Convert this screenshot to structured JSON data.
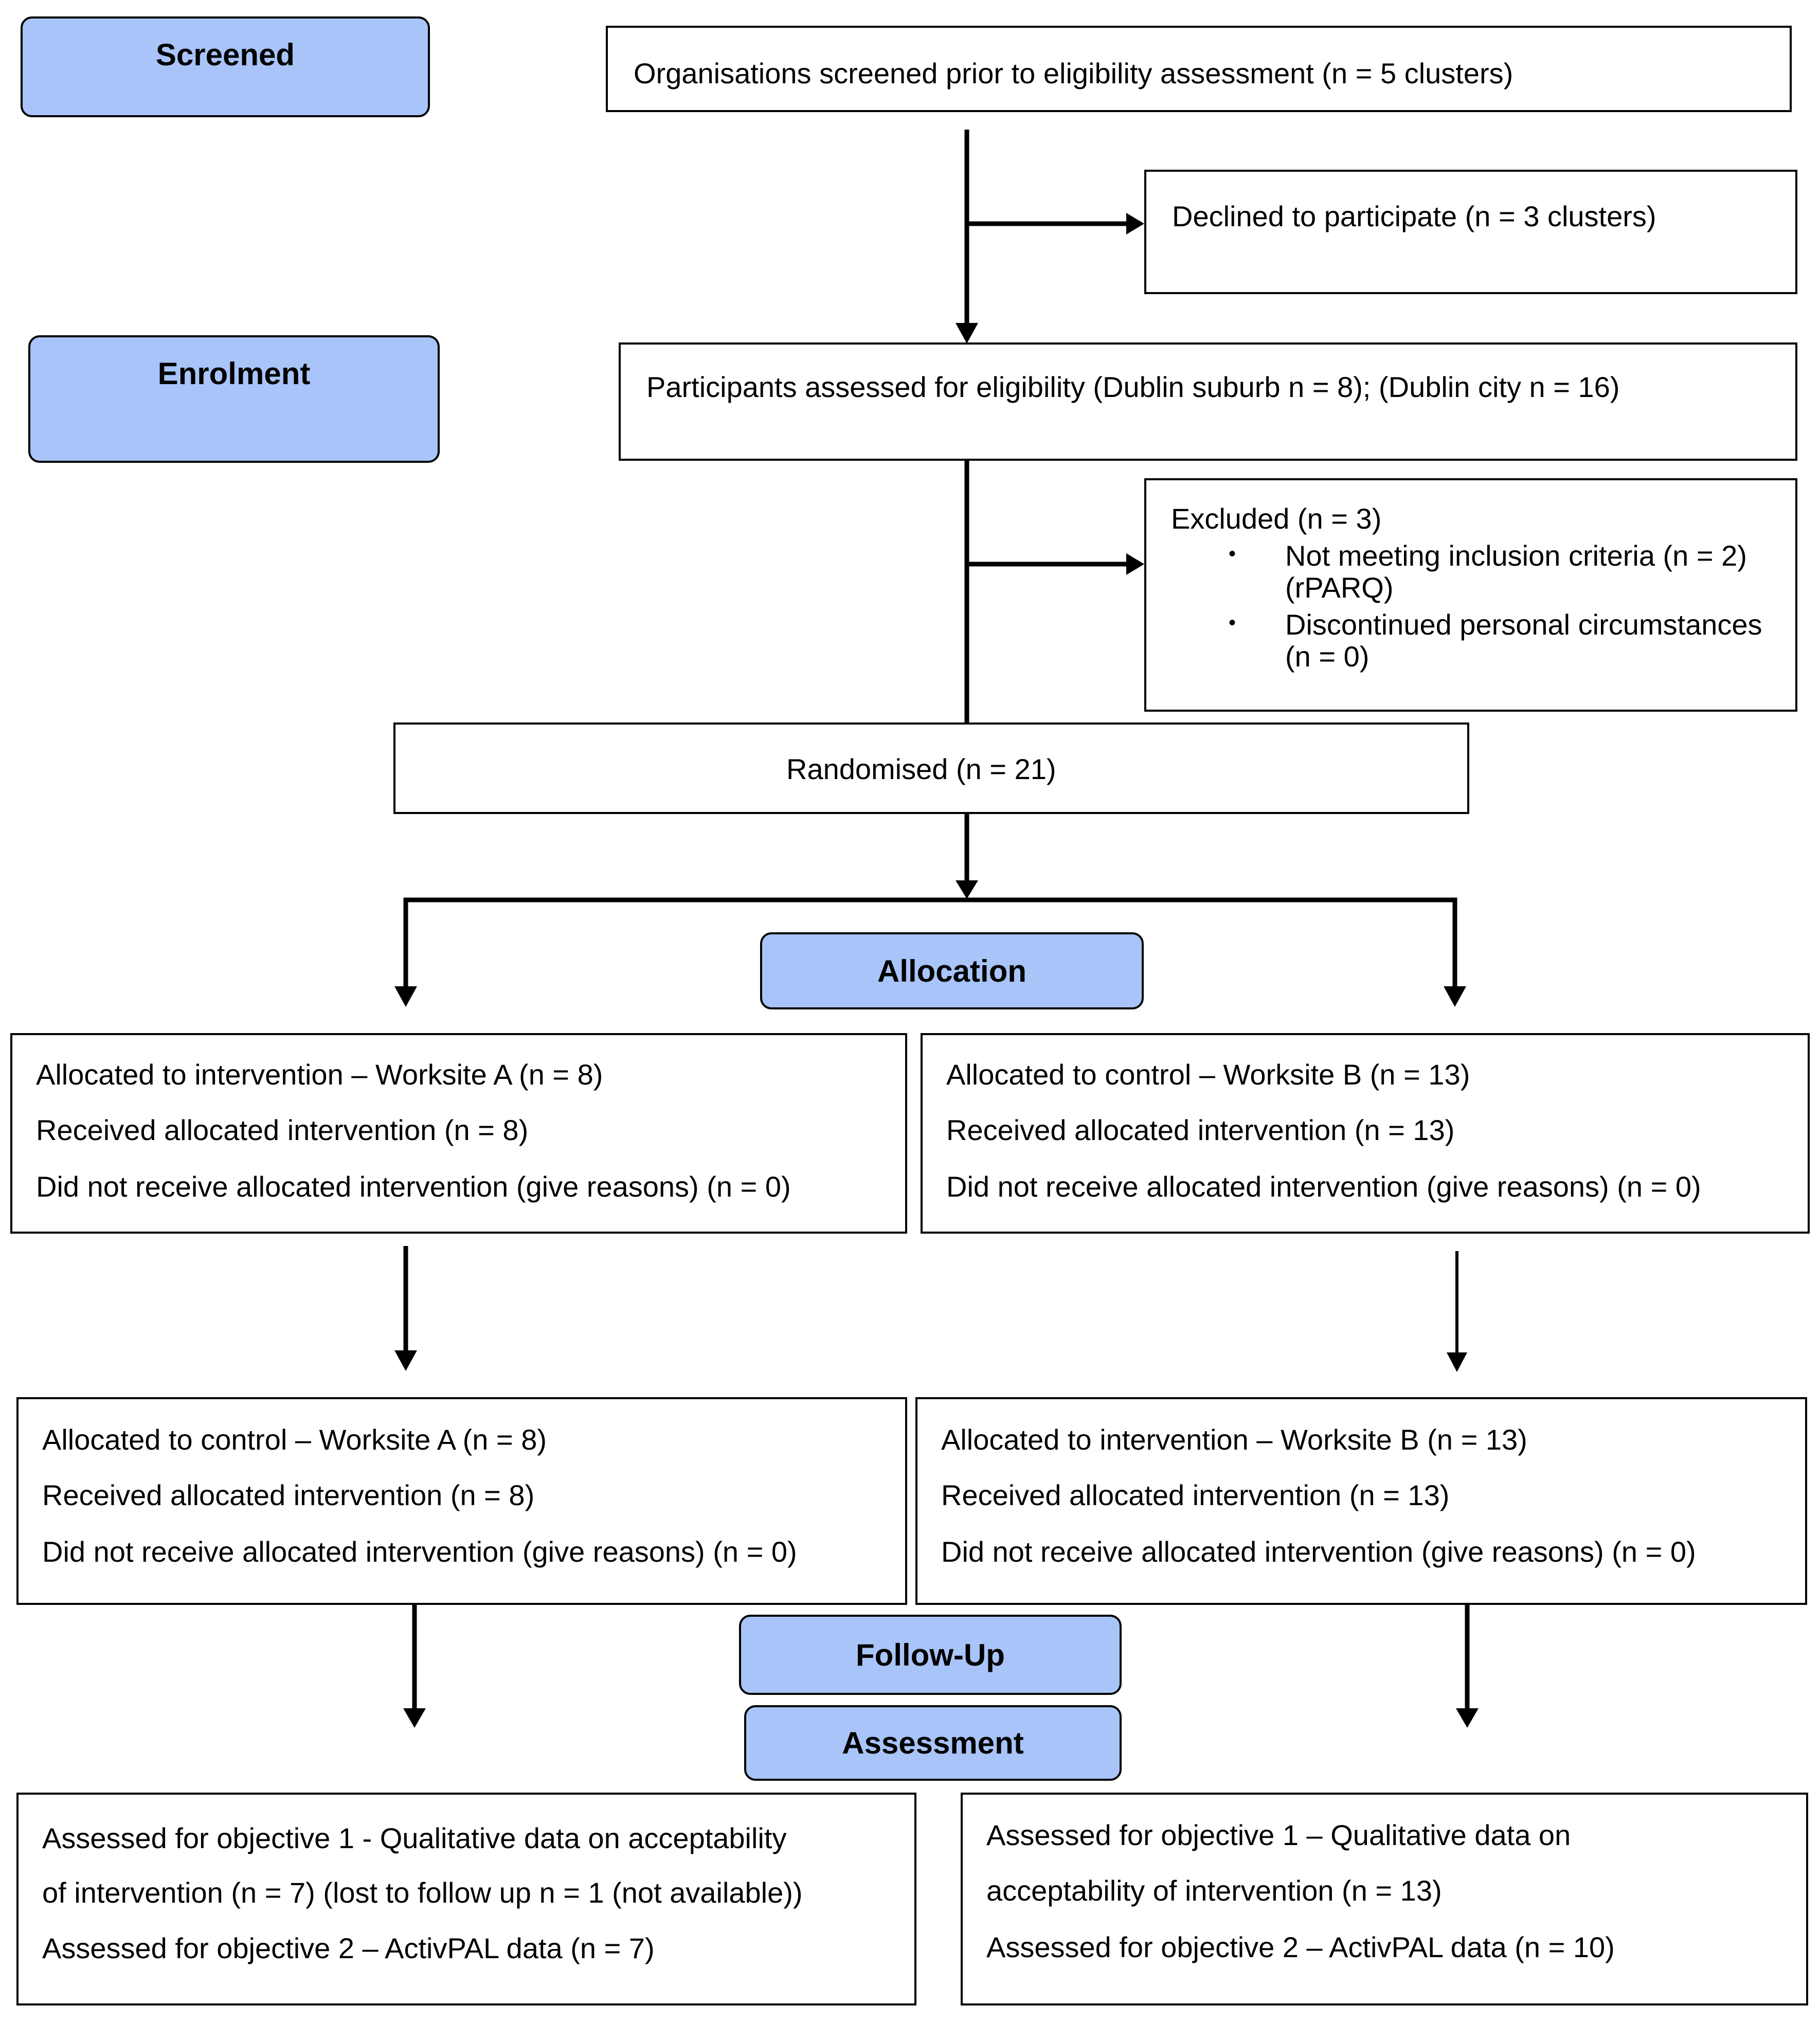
{
  "stages": {
    "screened": "Screened",
    "enrolment": "Enrolment",
    "allocation": "Allocation",
    "follow_up": "Follow-Up",
    "assessment": "Assessment"
  },
  "boxes": {
    "screened_orgs": {
      "line1": "Organisations screened prior to eligibility assessment (n = 5 clusters)"
    },
    "declined": {
      "line1": "Declined to participate (n = 3 clusters)"
    },
    "assessed_eligibility": {
      "line1": "Participants assessed for eligibility (Dublin suburb n = 8); (Dublin city n = 16)"
    },
    "excluded": {
      "title": "Excluded (n = 3)",
      "bullet_char": "•",
      "items": [
        {
          "line1": "Not meeting inclusion criteria (n = 2)",
          "line2": "(rPARQ)"
        },
        {
          "line1": "Discontinued personal circumstances",
          "line2": "(n = 0)"
        }
      ]
    },
    "randomised": {
      "line1": "Randomised (n = 21)"
    },
    "alloc_a": {
      "lines": [
        "Allocated to intervention – Worksite A (n = 8)",
        "Received allocated intervention (n = 8)",
        "Did not receive allocated intervention (give reasons) (n = 0)"
      ]
    },
    "alloc_b": {
      "lines": [
        "Allocated to control – Worksite B (n = 13)",
        "Received allocated intervention (n = 13)",
        "Did not receive allocated intervention (give reasons) (n = 0)"
      ]
    },
    "cross_a": {
      "lines": [
        "Allocated to control – Worksite A (n = 8)",
        "Received allocated intervention (n = 8)",
        "Did not receive allocated intervention (give reasons) (n = 0)"
      ]
    },
    "cross_b": {
      "lines": [
        "Allocated to intervention – Worksite B (n = 13)",
        "Received allocated intervention (n = 13)",
        "Did not receive allocated intervention (give reasons) (n = 0)"
      ]
    },
    "assess_a": {
      "lines": [
        "Assessed for objective 1 - Qualitative data on acceptability",
        "of intervention (n = 7) (lost to follow up n = 1 (not available))",
        "Assessed for objective 2 – ActivPAL data (n = 7)"
      ]
    },
    "assess_b": {
      "lines": [
        "Assessed for objective 1 – Qualitative data on",
        "acceptability of intervention (n = 13)",
        "Assessed for objective 2 – ActivPAL data (n = 10)"
      ]
    }
  }
}
